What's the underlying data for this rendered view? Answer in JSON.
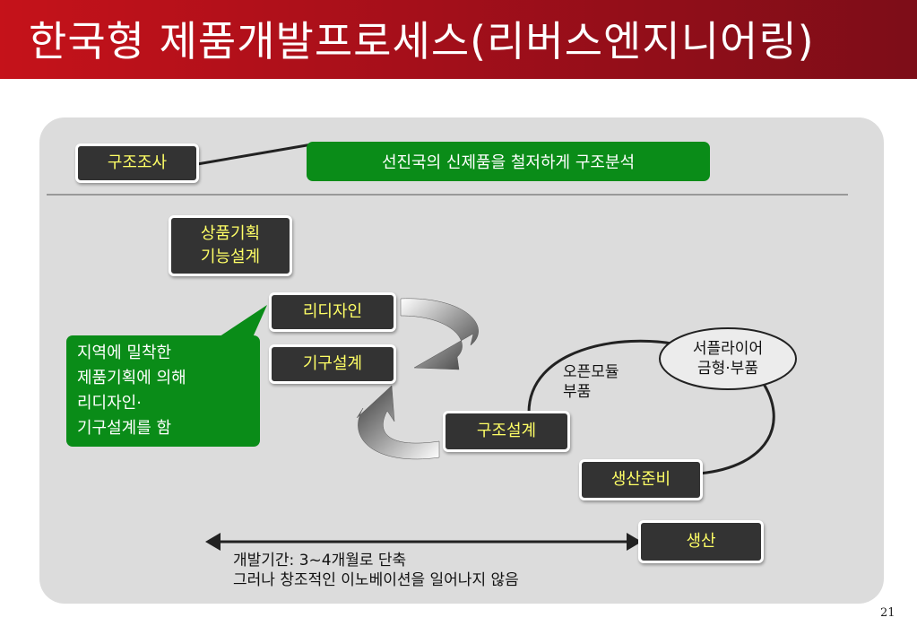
{
  "title": "한국형 제품개발프로세스(리버스엔지니어링)",
  "structure_survey": {
    "label": "구조조사",
    "description": "선진국의 신제품을 철저하게 구조분석"
  },
  "product_planning": {
    "line1": "상품기획",
    "line2": "기능설계"
  },
  "redesign": "리디자인",
  "mechanism_design": "기구설계",
  "local_callout": {
    "lines": [
      "지역에 밀착한",
      "제품기획에 의해",
      "리디자인·",
      "기구설계를 함"
    ]
  },
  "open_module": {
    "line1": "오픈모듈",
    "line2": "부품"
  },
  "supplier": {
    "line1": "서플라이어",
    "line2": "금형·부품"
  },
  "structural_design": "구조설계",
  "production_prep": "생산준비",
  "production": "생산",
  "development_note": {
    "line1": "개발기간: 3~4개월로 단축",
    "line2": "그러나 창조적인 이노베이션을 일어나지 않음"
  },
  "page_number": "21",
  "colors": {
    "title_bar": "#c5121a",
    "box_fill": "#333333",
    "box_text": "#ffff66",
    "callout_green": "#0a8c18",
    "panel": "#dcdcdc"
  }
}
